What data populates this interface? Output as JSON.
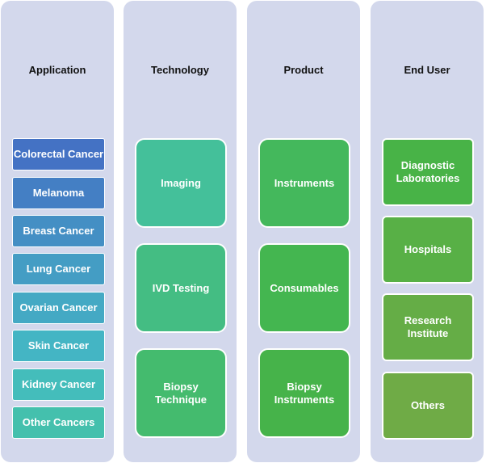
{
  "columns": [
    {
      "title": "Application",
      "items": [
        {
          "label": "Colorectal Cancer",
          "color": "#4472c4"
        },
        {
          "label": "Melanoma",
          "color": "#447fc4"
        },
        {
          "label": "Breast Cancer",
          "color": "#448fc4"
        },
        {
          "label": "Lung Cancer",
          "color": "#449dc4"
        },
        {
          "label": "Ovarian Cancer",
          "color": "#44a9c4"
        },
        {
          "label": "Skin Cancer",
          "color": "#44b5c4"
        },
        {
          "label": "Kidney Cancer",
          "color": "#44bdbb"
        },
        {
          "label": "Other Cancers",
          "color": "#44c0ad"
        }
      ]
    },
    {
      "title": "Technology",
      "items": [
        {
          "label": "Imaging",
          "color": "#44c09a"
        },
        {
          "label": "IVD Testing",
          "color": "#44bd83"
        },
        {
          "label": "Biopsy Technique",
          "color": "#44bb6e"
        }
      ]
    },
    {
      "title": "Product",
      "items": [
        {
          "label": "Instruments",
          "color": "#44b85c"
        },
        {
          "label": "Consumables",
          "color": "#44b650"
        },
        {
          "label": "Biopsy Instruments",
          "color": "#46b34a"
        }
      ]
    },
    {
      "title": "End User",
      "items": [
        {
          "label": "Diagnostic Laboratories",
          "color": "#48b347"
        },
        {
          "label": "Hospitals",
          "color": "#58b046"
        },
        {
          "label": "Research Institute",
          "color": "#65ad46"
        },
        {
          "label": "Others",
          "color": "#6fab46"
        }
      ]
    }
  ]
}
